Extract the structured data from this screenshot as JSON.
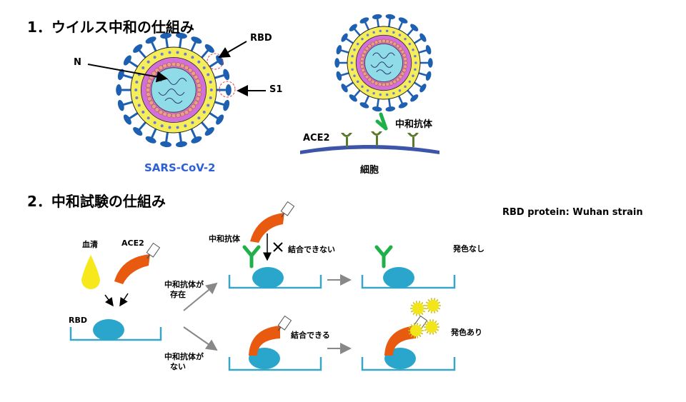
{
  "section1": {
    "title": "1．ウイルス中和の仕組み",
    "label_n": "N",
    "label_rbd": "RBD",
    "label_s1": "S1",
    "virus_name": "SARS-CoV-2",
    "label_ace2": "ACE2",
    "label_antibody": "中和抗体",
    "label_cell": "細胞"
  },
  "section2": {
    "title": "2．中和試験の仕組み",
    "strain_note": "RBD protein: Wuhan strain",
    "label_serum": "血清",
    "label_ace2": "ACE2",
    "label_rbd": "RBD",
    "antibody_present_1": "中和抗体が",
    "antibody_present_2": "存在",
    "antibody_absent_1": "中和抗体が",
    "antibody_absent_2": "ない",
    "label_antibody": "中和抗体",
    "cannot_bind": "結合できない",
    "can_bind": "結合できる",
    "no_color": "発色なし",
    "color_develops": "発色あり"
  },
  "colors": {
    "spike": "#1d5fb0",
    "envelope": "#f5ee5a",
    "membrane": "#d26fd9",
    "core": "#8fdce8",
    "ace2": "#e85a10",
    "antibody": "#1fb04a",
    "rbd": "#2aa6cc",
    "well": "#3aa6c6",
    "signal": "#f2e61a",
    "virus_name": "#2e5fd6"
  }
}
